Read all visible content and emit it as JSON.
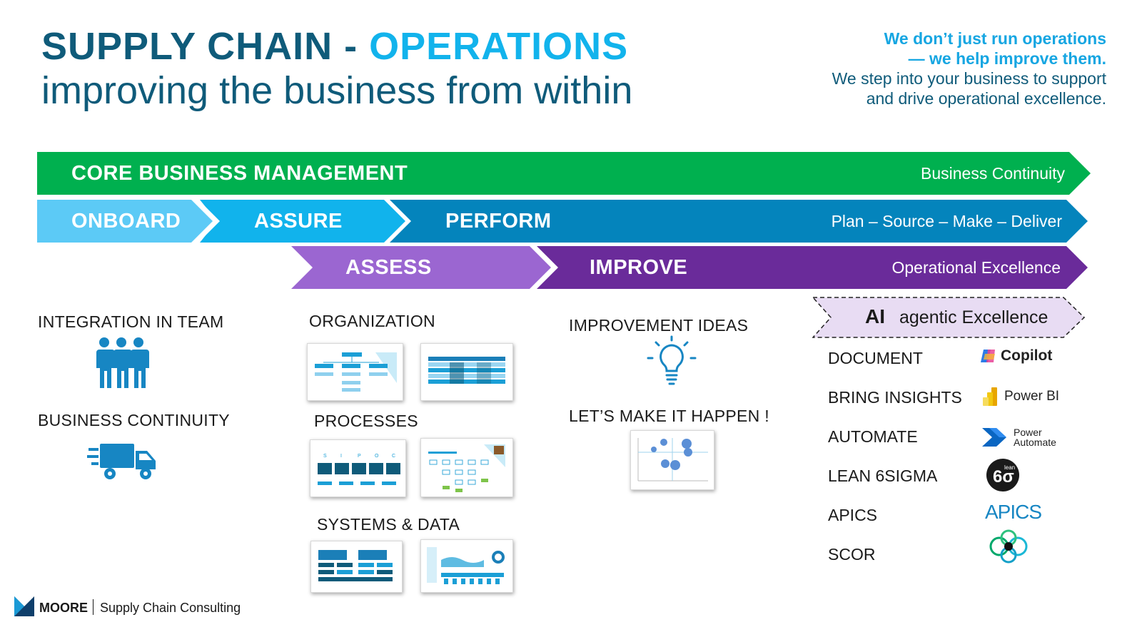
{
  "header": {
    "title_part1": "SUPPLY CHAIN - ",
    "title_part2": "OPERATIONS",
    "subtitle": "improving the business from within",
    "tagline_bold1": "We don’t just run operations",
    "tagline_bold2": "— we help improve them.",
    "tagline_normal1": "We step into your business to support",
    "tagline_normal2": "and drive operational excellence."
  },
  "bars": {
    "core": {
      "label": "CORE  BUSINESS  MANAGEMENT",
      "right": "Business Continuity",
      "color": "#00b04f"
    },
    "onboard": {
      "label": "ONBOARD",
      "color": "#5ccaf6"
    },
    "assure": {
      "label": "ASSURE",
      "color": "#11b3ec"
    },
    "perform": {
      "label": "PERFORM",
      "right": "Plan – Source – Make – Deliver",
      "color": "#0484bc"
    },
    "assess": {
      "label": "ASSESS",
      "color": "#9b66d1"
    },
    "improve": {
      "label": "IMPROVE",
      "right": "Operational Excellence",
      "color": "#6a2b9a"
    }
  },
  "left": {
    "integration": "INTEGRATION IN TEAM",
    "continuity": "BUSINESS CONTINUITY",
    "icon_color": "#1786c3"
  },
  "middle": {
    "organization": "ORGANIZATION",
    "processes": "PROCESSES",
    "systems": "SYSTEMS & DATA"
  },
  "improvement": {
    "ideas": "IMPROVEMENT IDEAS",
    "make_happen": "LET’S  MAKE  IT  HAPPEN !"
  },
  "ai": {
    "ai": "AI",
    "text": "agentic Excellence",
    "fill": "#e8dcf3"
  },
  "tools": [
    {
      "label": "DOCUMENT",
      "logo": "copilot-logo",
      "logo_text": "Copilot"
    },
    {
      "label": "BRING INSIGHTS",
      "logo": "power-bi-logo",
      "logo_text": "Power BI"
    },
    {
      "label": "AUTOMATE",
      "logo": "power-automate-logo",
      "logo_text1": "Power",
      "logo_text2": "Automate"
    },
    {
      "label": "LEAN 6SIGMA",
      "logo": "lean-six-sigma-logo",
      "logo_text": "lean"
    },
    {
      "label": "APICS",
      "logo": "apics-logo",
      "logo_text": "APICS"
    },
    {
      "label": "SCOR",
      "logo": "scor-logo"
    }
  ],
  "footer": {
    "brand": "MOORE",
    "sub": "Supply Chain Consulting"
  }
}
